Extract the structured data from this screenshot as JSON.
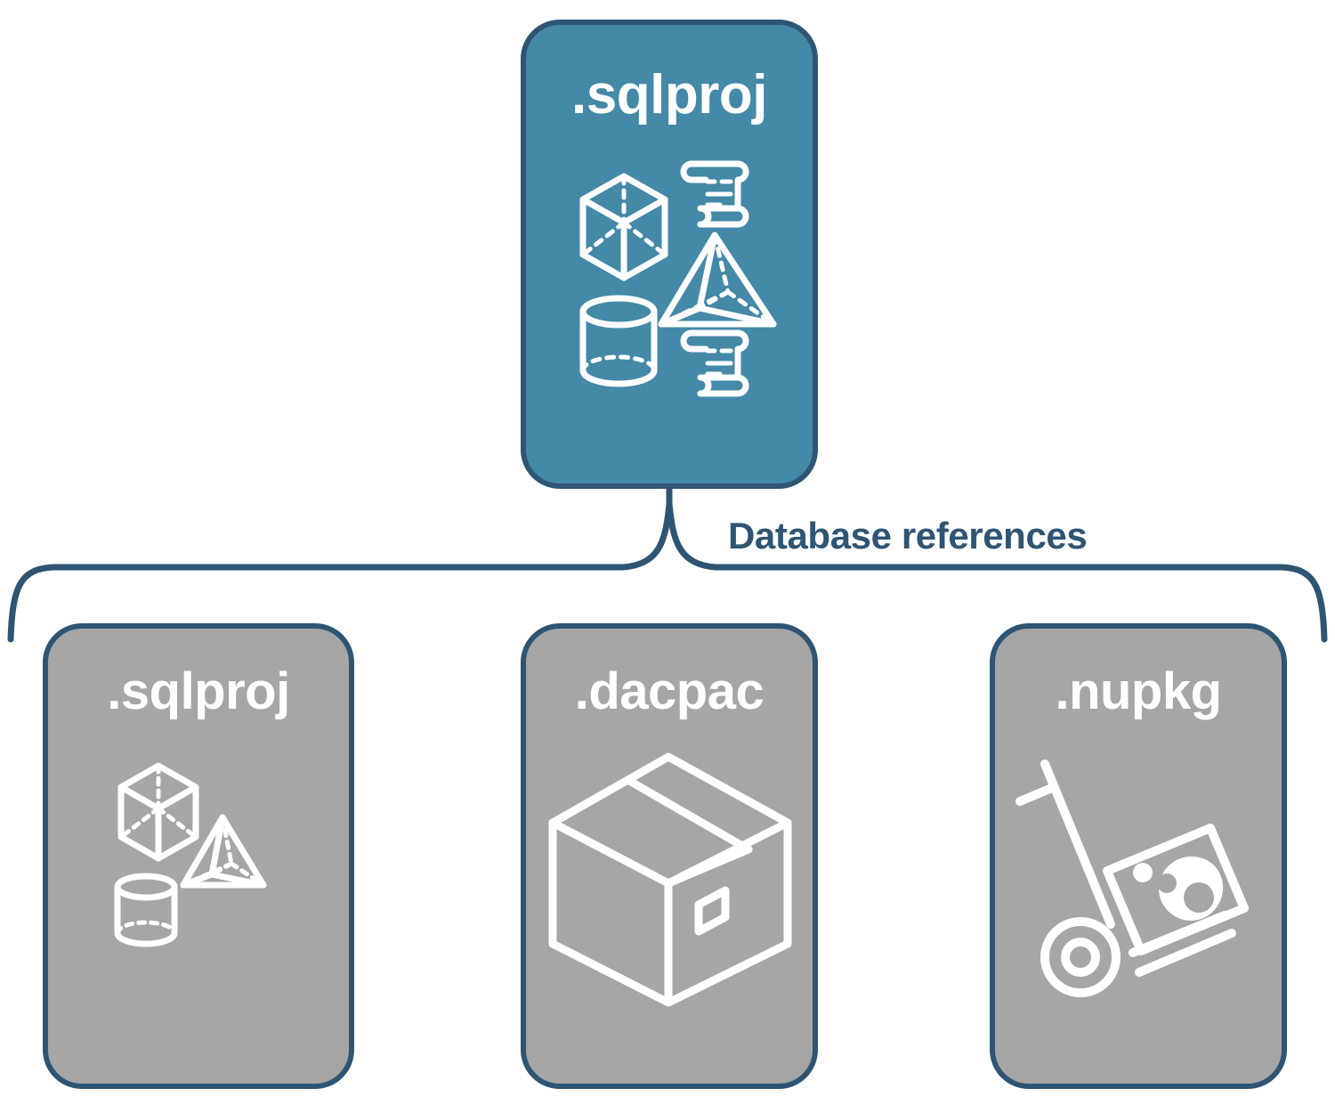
{
  "diagram": {
    "title_text": "Database references",
    "colors": {
      "primary_fill": "#4489a8",
      "secondary_fill": "#a6a6a6",
      "outline": "#2e5574",
      "label_text": "#2e5574",
      "icon_stroke": "#ffffff"
    },
    "root": {
      "label": ".sqlproj",
      "icon_name": "sql-objects-and-scripts-icon",
      "icon_parts": [
        "cube",
        "pyramid",
        "cylinder",
        "scroll",
        "scroll"
      ]
    },
    "connector": {
      "label": "Database references",
      "type": "curly-brace",
      "branches": 3
    },
    "references": [
      {
        "label": ".sqlproj",
        "icon_name": "sql-objects-icon",
        "icon_parts": [
          "cube",
          "pyramid",
          "cylinder"
        ]
      },
      {
        "label": ".dacpac",
        "icon_name": "package-box-icon",
        "icon_parts": [
          "shipping-box"
        ]
      },
      {
        "label": ".nupkg",
        "icon_name": "nuget-hand-truck-icon",
        "icon_parts": [
          "hand-truck",
          "nuget-package"
        ]
      }
    ]
  }
}
